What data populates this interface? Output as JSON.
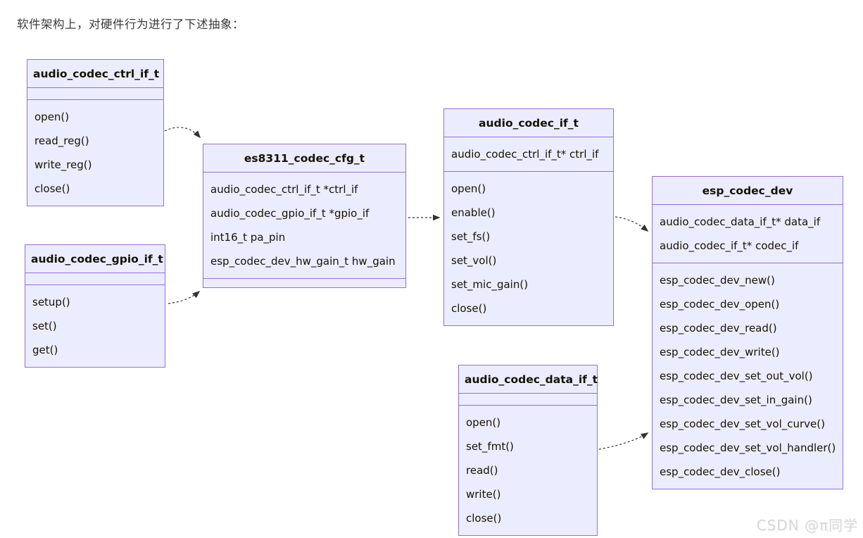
{
  "page": {
    "heading": "软件架构上，对硬件行为进行了下述抽象：",
    "watermark": "CSDN @π同学"
  },
  "colors": {
    "box_fill": "#ECECFF",
    "box_border": "#9370DB",
    "arrow": "#333333",
    "text": "#131300"
  },
  "diagram_type": "uml-class-diagram",
  "classes": [
    {
      "name": "audio_codec_ctrl_if_t",
      "attributes": [],
      "methods": [
        "open()",
        "read_reg()",
        "write_reg()",
        "close()"
      ]
    },
    {
      "name": "audio_codec_gpio_if_t",
      "attributes": [],
      "methods": [
        "setup()",
        "set()",
        "get()"
      ]
    },
    {
      "name": "es8311_codec_cfg_t",
      "attributes": [
        "audio_codec_ctrl_if_t *ctrl_if",
        "audio_codec_gpio_if_t *gpio_if",
        "int16_t pa_pin",
        "esp_codec_dev_hw_gain_t hw_gain"
      ],
      "methods": []
    },
    {
      "name": "audio_codec_if_t",
      "attributes": [
        "audio_codec_ctrl_if_t* ctrl_if"
      ],
      "methods": [
        "open()",
        "enable()",
        "set_fs()",
        "set_vol()",
        "set_mic_gain()",
        "close()"
      ]
    },
    {
      "name": "audio_codec_data_if_t",
      "attributes": [],
      "methods": [
        "open()",
        "set_fmt()",
        "read()",
        "write()",
        "close()"
      ]
    },
    {
      "name": "esp_codec_dev",
      "attributes": [
        "audio_codec_data_if_t* data_if",
        "audio_codec_if_t* codec_if"
      ],
      "methods": [
        "esp_codec_dev_new()",
        "esp_codec_dev_open()",
        "esp_codec_dev_read()",
        "esp_codec_dev_write()",
        "esp_codec_dev_set_out_vol()",
        "esp_codec_dev_set_in_gain()",
        "esp_codec_dev_set_vol_curve()",
        "esp_codec_dev_set_vol_handler()",
        "esp_codec_dev_close()"
      ]
    }
  ],
  "relations": [
    {
      "from": "audio_codec_ctrl_if_t",
      "to": "es8311_codec_cfg_t",
      "type": "dashed-arrow"
    },
    {
      "from": "audio_codec_gpio_if_t",
      "to": "es8311_codec_cfg_t",
      "type": "dashed-arrow"
    },
    {
      "from": "es8311_codec_cfg_t",
      "to": "audio_codec_if_t",
      "type": "dashed-arrow"
    },
    {
      "from": "audio_codec_if_t",
      "to": "esp_codec_dev",
      "type": "dashed-arrow"
    },
    {
      "from": "audio_codec_data_if_t",
      "to": "esp_codec_dev",
      "type": "dashed-arrow"
    }
  ]
}
